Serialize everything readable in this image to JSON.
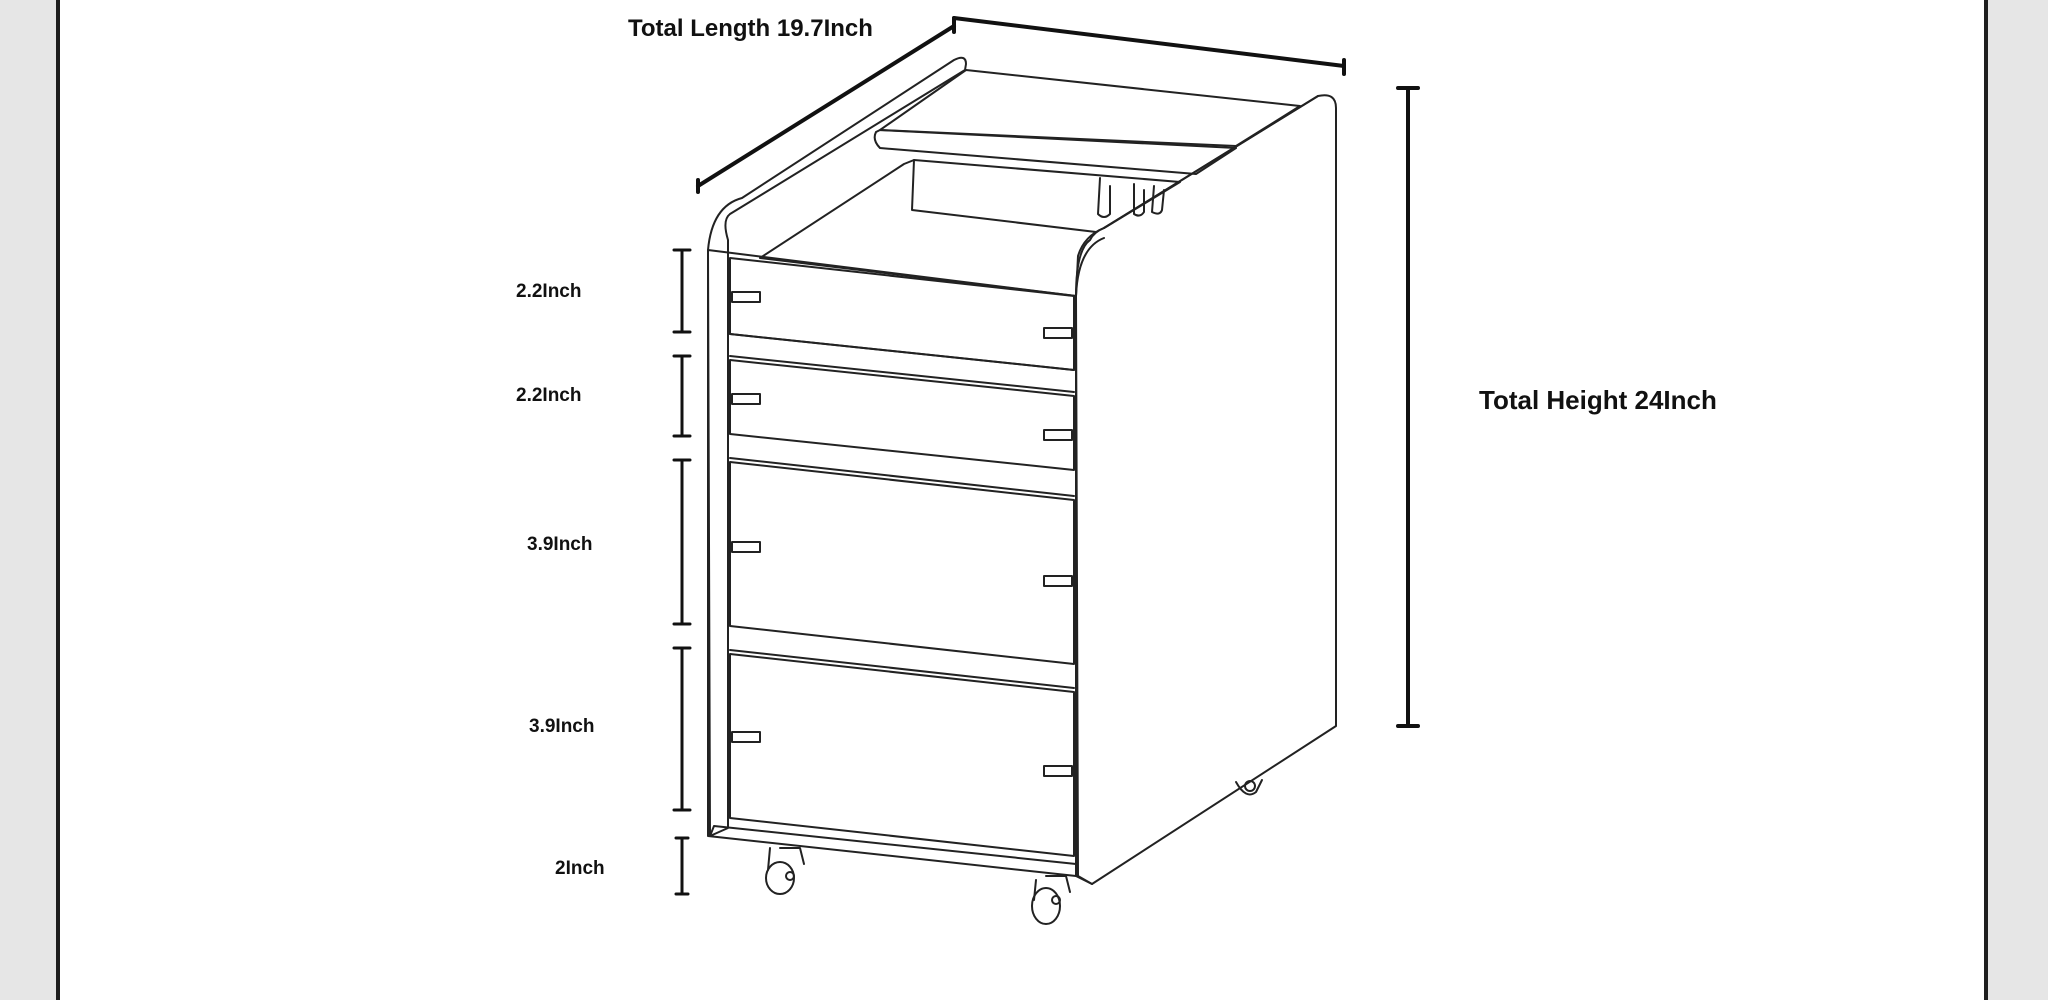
{
  "labels": {
    "total_length": "Total Length 19.7Inch",
    "total_height": "Total Height 24Inch",
    "drawer_1": "2.2Inch",
    "drawer_2": "2.2Inch",
    "drawer_3": "3.9Inch",
    "drawer_4": "3.9Inch",
    "base": "2Inch"
  },
  "colors": {
    "line": "#222222",
    "background": "#ffffff",
    "outer": "#e6e6e6"
  }
}
